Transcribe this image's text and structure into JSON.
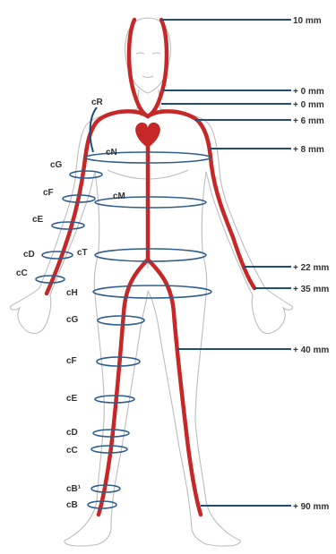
{
  "colors": {
    "artery": "#c62828",
    "ring": "#2e5e8e",
    "leader": "#1f4e79",
    "outline": "#bdbdbd",
    "text": "#333333"
  },
  "right_labels": [
    {
      "id": "head",
      "text": "10 mm"
    },
    {
      "id": "neck1",
      "text": "+ 0 mm"
    },
    {
      "id": "neck2",
      "text": "+ 0 mm"
    },
    {
      "id": "shoulder",
      "text": "+ 6 mm"
    },
    {
      "id": "chest",
      "text": "+ 8 mm"
    },
    {
      "id": "forearm",
      "text": "+ 22 mm"
    },
    {
      "id": "wrist",
      "text": "+ 35 mm"
    },
    {
      "id": "thigh",
      "text": "+ 40 mm"
    },
    {
      "id": "ankle",
      "text": "+ 90 mm"
    }
  ],
  "left_labels": [
    {
      "id": "cR",
      "text": "cR"
    },
    {
      "id": "cN",
      "text": "cN"
    },
    {
      "id": "cG_arm",
      "text": "cG"
    },
    {
      "id": "cF_arm",
      "text": "cF"
    },
    {
      "id": "cM",
      "text": "cM"
    },
    {
      "id": "cE_arm",
      "text": "cE"
    },
    {
      "id": "cD_arm",
      "text": "cD"
    },
    {
      "id": "cT",
      "text": "cT"
    },
    {
      "id": "cC_arm",
      "text": "cC"
    },
    {
      "id": "cH",
      "text": "cH"
    },
    {
      "id": "cG_leg",
      "text": "cG"
    },
    {
      "id": "cF_leg",
      "text": "cF"
    },
    {
      "id": "cE_leg",
      "text": "cE"
    },
    {
      "id": "cD_leg",
      "text": "cD"
    },
    {
      "id": "cC_leg",
      "text": "cC"
    },
    {
      "id": "cB1",
      "text": "cB¹"
    },
    {
      "id": "cB",
      "text": "cB"
    }
  ]
}
